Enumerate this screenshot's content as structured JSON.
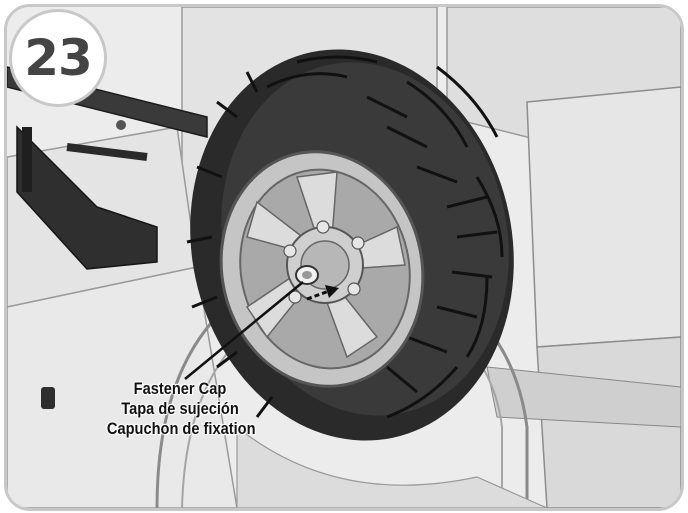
{
  "step": {
    "number": "23"
  },
  "callout": {
    "lines": [
      "Fastener Cap",
      "Tapa de sujeción",
      "Capuchon de fixation"
    ]
  },
  "colors": {
    "frame": "#c8c8c8",
    "body_light": "#ececec",
    "body_shadow": "#cfcfcf",
    "tire": "#2a2a2a",
    "rim": "#bdbdbd",
    "handle": "#333333",
    "badge_text": "#444444"
  },
  "icons": [
    "wheel",
    "fastener-cap",
    "direction-arrow",
    "leader-line"
  ]
}
